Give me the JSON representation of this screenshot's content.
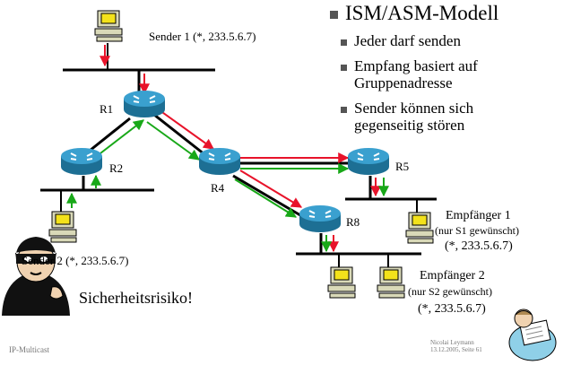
{
  "bullets": {
    "main": "ISM/ASM-Modell",
    "sub": [
      "Jeder darf senden",
      "Empfang basiert auf",
      "Gruppenadresse",
      "Sender können sich",
      "gegenseitig stören"
    ]
  },
  "nodes": {
    "sender1": "Sender 1 (*, 233.5.6.7)",
    "sender2": "Sender 2 (*, 233.5.6.7)",
    "r1": "R1",
    "r2": "R2",
    "r4": "R4",
    "r5": "R5",
    "r8": "R8",
    "recv1": {
      "title": "Empfänger 1",
      "note": "(nur S1 gewünscht)",
      "group": "(*, 233.5.6.7)"
    },
    "recv2": {
      "title": "Empfänger 2",
      "note": "(nur S2 gewünscht)",
      "group": "(*, 233.5.6.7)"
    }
  },
  "warning": "Sicherheitsrisiko!",
  "footer": {
    "left": "IP-Multicast",
    "author": "Nicolai Leymann",
    "date_page": "13.12.2005, Seite 61"
  },
  "colors": {
    "s1_flow": "#e8132a",
    "s2_flow": "#18a818",
    "router": "#3aa0cf"
  }
}
